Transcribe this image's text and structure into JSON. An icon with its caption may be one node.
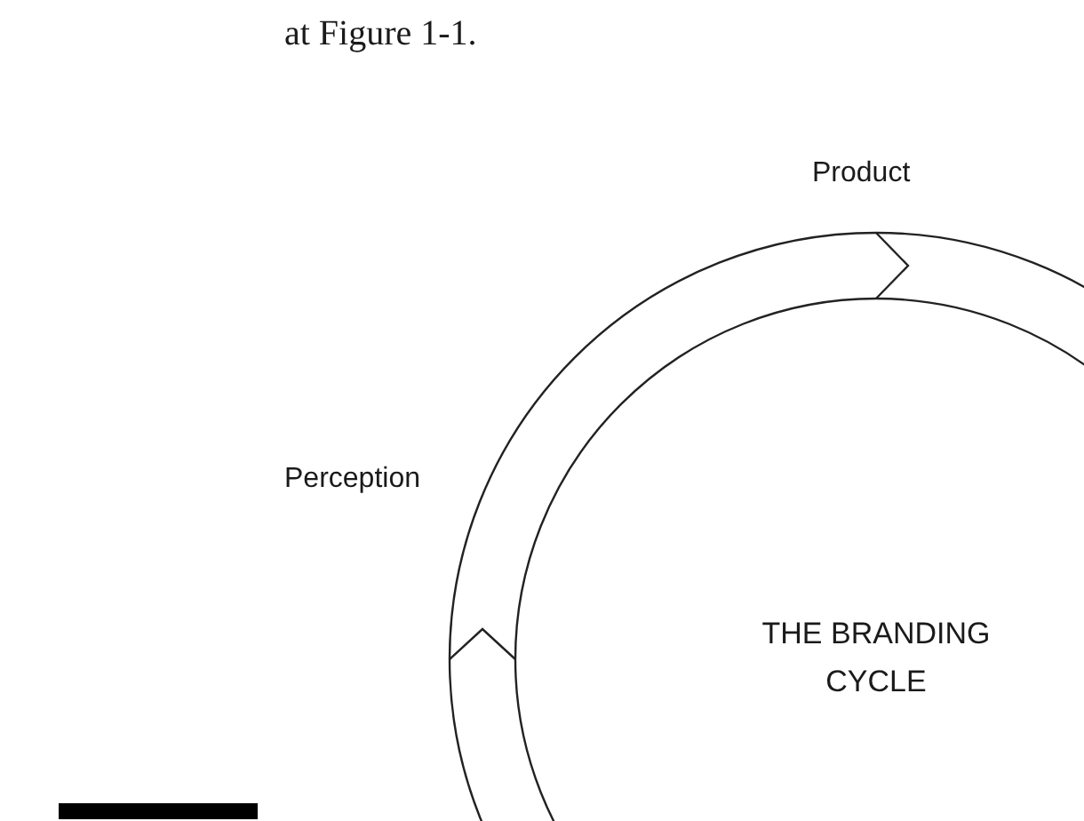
{
  "diagram": {
    "nodes": [
      {
        "text": [
          "THE BRANDING CYCLE"
        ]
      }
    ],
    "labels": [
      "at Figure 1-1.",
      "Product",
      "Perception"
    ]
  }
}
